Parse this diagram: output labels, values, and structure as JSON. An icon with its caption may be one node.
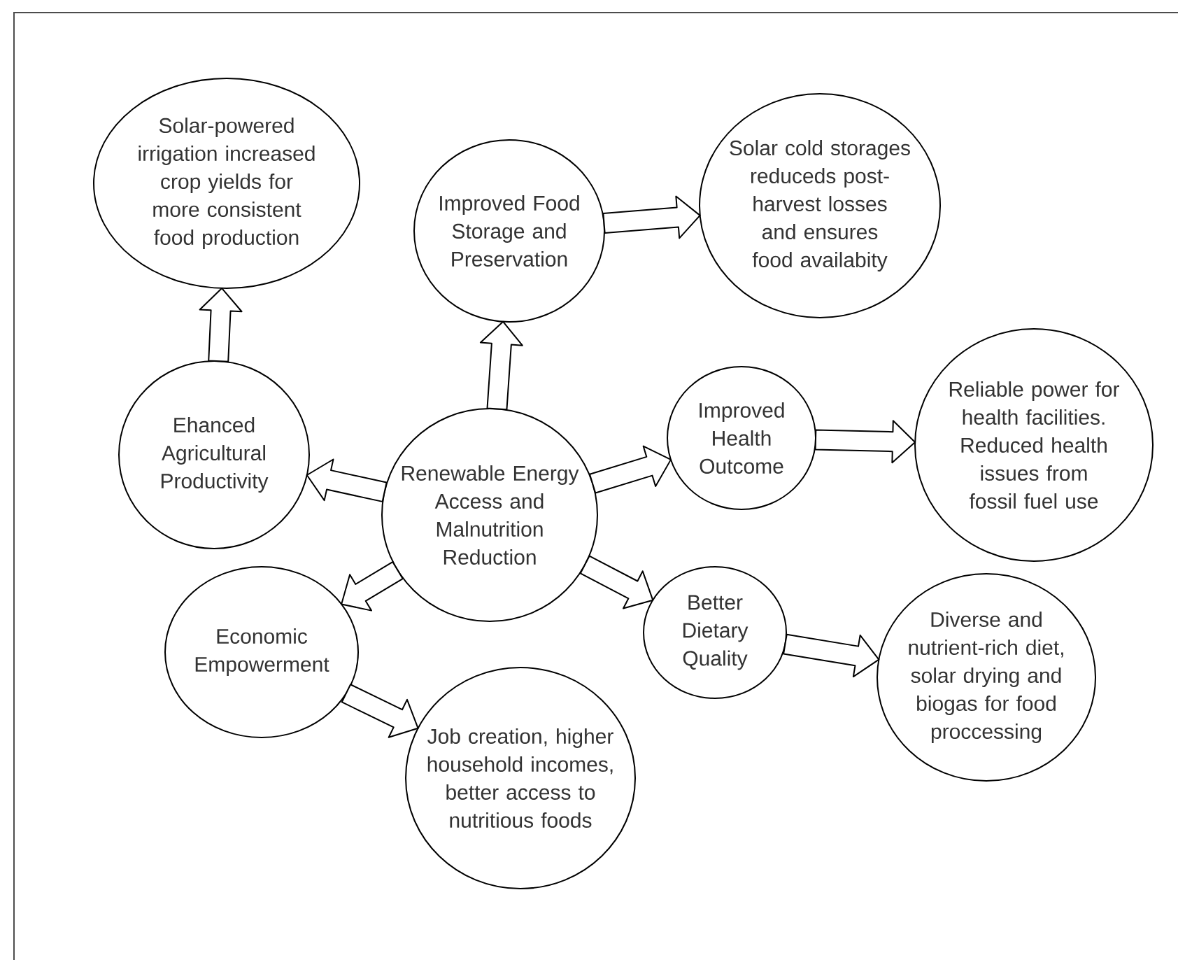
{
  "diagram": {
    "nodes": [
      {
        "text": [
          "Renewable Energy Access and Malnutrition Reduction"
        ]
      },
      {
        "text": [
          "Ehanced Agricultural Productivity"
        ]
      },
      {
        "text": [
          "Solar-powered irrigation increased crop yields for more consistent food production"
        ]
      },
      {
        "text": [
          "Improved Food Storage and Preservation"
        ]
      },
      {
        "text": [
          "Solar cold storages reduceds post-harvest losses and ensures food availabity"
        ]
      },
      {
        "text": [
          "Improved Health Outcome"
        ]
      },
      {
        "text": [
          "Reliable power for health facilities. Reduced health issues from fossil fuel use"
        ]
      },
      {
        "text": [
          "Economic Empowerment"
        ]
      },
      {
        "text": [
          "Better Dietary Quality"
        ]
      },
      {
        "text": [
          "Diverse and nutrient-rich diet, solar drying and biogas for food proccessing"
        ]
      },
      {
        "text": [
          "Job creation, higher household incomes, better access to nutritious foods"
        ]
      }
    ],
    "edges": [
      {
        "from": 0,
        "to": 1,
        "arrow": "to"
      },
      {
        "from": 1,
        "to": 2,
        "arrow": "to"
      },
      {
        "from": 0,
        "to": 3,
        "arrow": "to"
      },
      {
        "from": 3,
        "to": 4,
        "arrow": "to"
      },
      {
        "from": 0,
        "to": 5,
        "arrow": "to"
      },
      {
        "from": 5,
        "to": 6,
        "arrow": "to"
      },
      {
        "from": 0,
        "to": 7,
        "arrow": "to"
      },
      {
        "from": 7,
        "to": 10,
        "arrow": "to"
      },
      {
        "from": 0,
        "to": 8,
        "arrow": "to"
      },
      {
        "from": 8,
        "to": 9,
        "arrow": "to"
      }
    ]
  }
}
